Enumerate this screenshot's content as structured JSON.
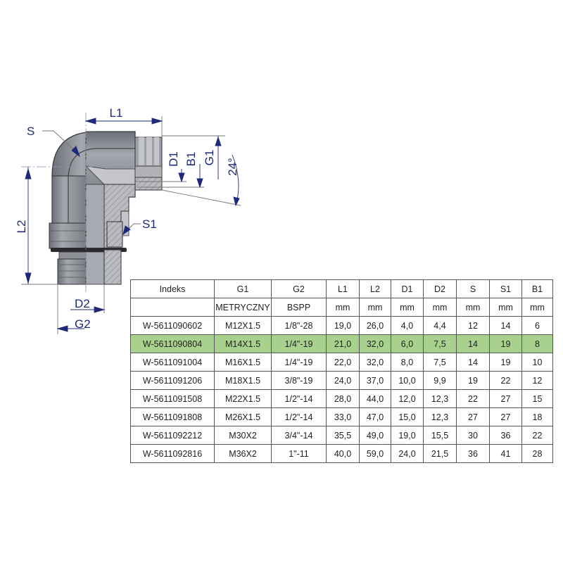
{
  "drawing": {
    "labels": {
      "L1": "L1",
      "L2": "L2",
      "S": "S",
      "S1": "S1",
      "D1": "D1",
      "B1": "B1",
      "G1": "G1",
      "angle": "24°",
      "D2": "D2",
      "G2": "G2"
    },
    "colors": {
      "dimension": "#1e2a78",
      "body": "#8a8d94",
      "body_dark": "#5d6068",
      "section": "#b5b7bc"
    }
  },
  "table": {
    "highlight_color": "#a9d18e",
    "headers": [
      "Indeks",
      "G1",
      "G2",
      "L1",
      "L2",
      "D1",
      "D2",
      "S",
      "S1",
      "B1"
    ],
    "units": [
      "",
      "METRYCZNY",
      "BSPP",
      "mm",
      "mm",
      "mm",
      "mm",
      "mm",
      "mm",
      "mm"
    ],
    "rows": [
      {
        "cells": [
          "W-5611090602",
          "M12X1.5",
          "1/8\"-28",
          "19,0",
          "26,0",
          "4,0",
          "4,4",
          "12",
          "14",
          "6"
        ],
        "highlighted": false
      },
      {
        "cells": [
          "W-5611090804",
          "M14X1.5",
          "1/4\"-19",
          "21,0",
          "32,0",
          "6,0",
          "7,5",
          "14",
          "19",
          "8"
        ],
        "highlighted": true
      },
      {
        "cells": [
          "W-5611091004",
          "M16X1.5",
          "1/4\"-19",
          "22,0",
          "32,0",
          "8,0",
          "7,5",
          "14",
          "19",
          "10"
        ],
        "highlighted": false
      },
      {
        "cells": [
          "W-5611091206",
          "M18X1.5",
          "3/8\"-19",
          "24,0",
          "37,0",
          "10,0",
          "9,9",
          "19",
          "22",
          "12"
        ],
        "highlighted": false
      },
      {
        "cells": [
          "W-5611091508",
          "M22X1.5",
          "1/2\"-14",
          "28,0",
          "44,0",
          "12,0",
          "12,3",
          "22",
          "27",
          "15"
        ],
        "highlighted": false
      },
      {
        "cells": [
          "W-5611091808",
          "M26X1.5",
          "1/2\"-14",
          "33,0",
          "47,0",
          "15,0",
          "12,3",
          "27",
          "27",
          "18"
        ],
        "highlighted": false
      },
      {
        "cells": [
          "W-5611092212",
          "M30X2",
          "3/4\"-14",
          "35,5",
          "49,0",
          "19,0",
          "15,5",
          "30",
          "36",
          "22"
        ],
        "highlighted": false
      },
      {
        "cells": [
          "W-5611092816",
          "M36X2",
          "1\"-11",
          "40,0",
          "59,0",
          "24,0",
          "21,5",
          "36",
          "41",
          "28"
        ],
        "highlighted": false
      }
    ]
  }
}
